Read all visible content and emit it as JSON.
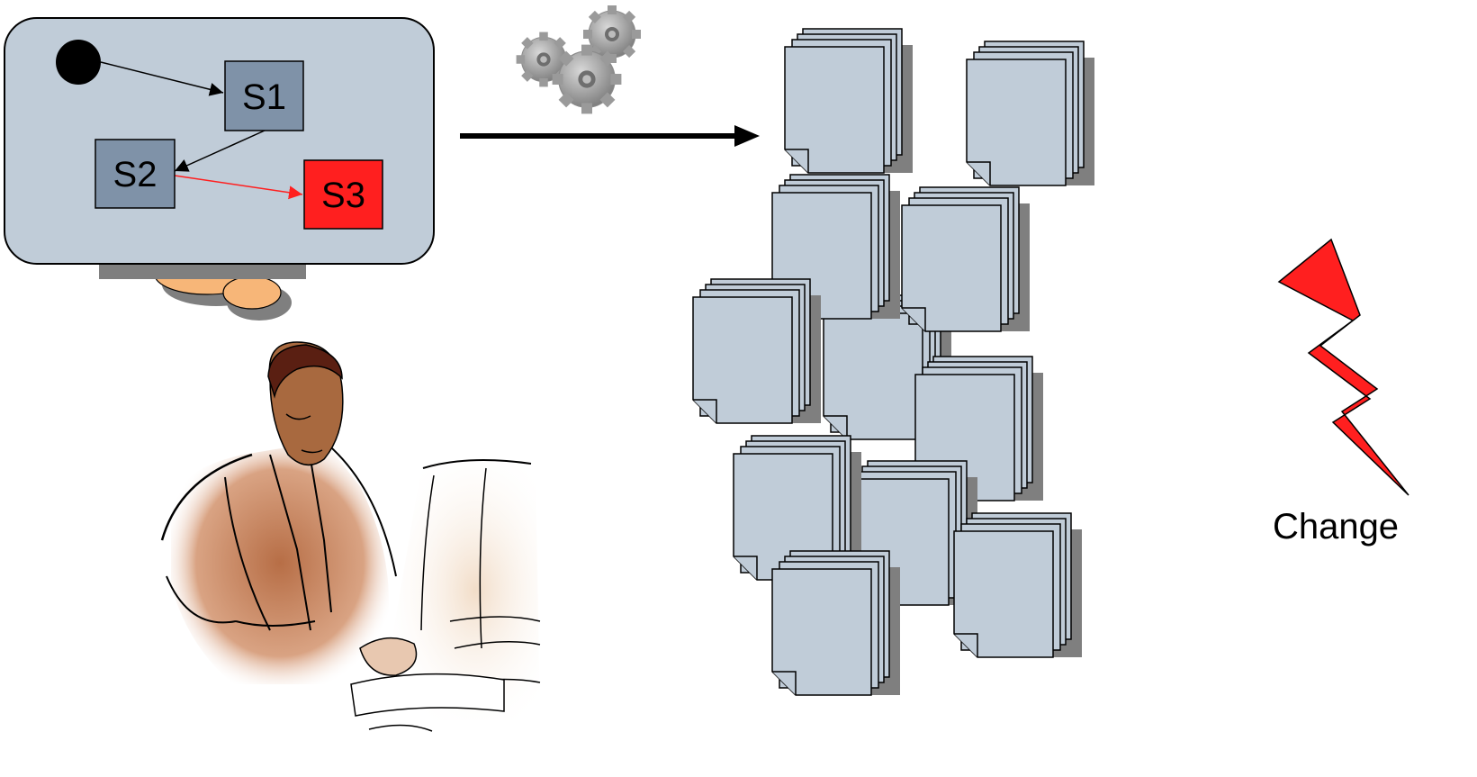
{
  "state_machine": {
    "states": [
      {
        "id": "s1",
        "label": "S1",
        "color": "#7f92a8"
      },
      {
        "id": "s2",
        "label": "S2",
        "color": "#7f92a8"
      },
      {
        "id": "s3",
        "label": "S3",
        "color": "#ff1f1f"
      }
    ],
    "transitions": [
      {
        "from": "initial",
        "to": "S1",
        "color": "#000000"
      },
      {
        "from": "S1",
        "to": "S2",
        "color": "#000000"
      },
      {
        "from": "S2",
        "to": "S3",
        "color": "#ff1f1f"
      }
    ],
    "panel_color": "#c0ccd8"
  },
  "icons": {
    "gears": "gears-icon",
    "documents": "document-stack-icon",
    "developer": "developer-at-computer-illustration",
    "lightning": "lightning-bolt-icon"
  },
  "change": {
    "label": "Change",
    "color": "#ff1f1f"
  },
  "document_color": "#c0ccd8"
}
